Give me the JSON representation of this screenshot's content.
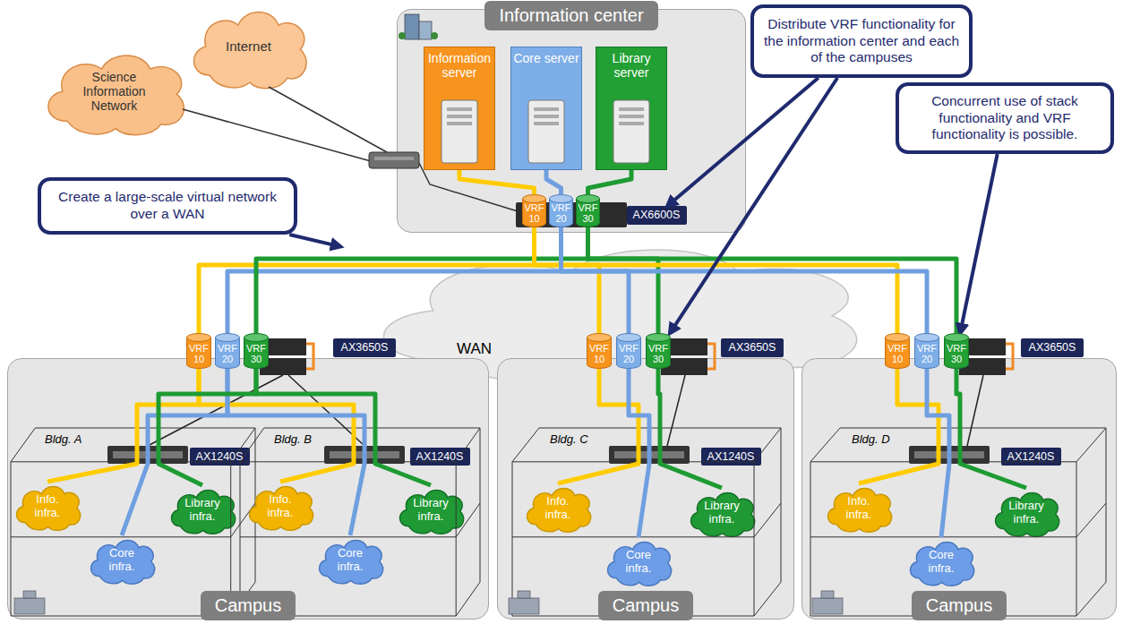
{
  "diagram": {
    "nodes": [
      {
        "text": [
          "Information center"
        ]
      },
      {
        "text": [
          "Information server"
        ],
        "in": 0
      },
      {
        "text": [
          "Core server"
        ],
        "in": 0
      },
      {
        "text": [
          "Library server"
        ],
        "in": 0
      },
      {
        "text": [
          "VRF 10"
        ],
        "in": 0
      },
      {
        "text": [
          "VRF 20"
        ],
        "in": 0
      },
      {
        "text": [
          "VRF 30"
        ],
        "in": 0
      },
      {
        "text": [
          "AX6600S"
        ],
        "in": 0
      },
      {
        "text": [
          "Science Information Network"
        ]
      },
      {
        "text": [
          "Internet"
        ]
      },
      {
        "text": [
          "WAN"
        ]
      },
      {
        "text": [
          "Create a large-scale virtual network over a WAN"
        ]
      },
      {
        "text": [
          "Distribute VRF functionality for the information center and each of the campuses"
        ]
      },
      {
        "text": [
          "Concurrent use of stack functionality and VRF functionality is possible."
        ]
      },
      {
        "text": [
          "VRF 10"
        ]
      },
      {
        "text": [
          "VRF 20"
        ]
      },
      {
        "text": [
          "VRF 30"
        ]
      },
      {
        "text": [
          "AX3650S"
        ]
      },
      {
        "text": [
          "Campus"
        ]
      },
      {
        "text": [
          "Bldg. A"
        ],
        "in": 18
      },
      {
        "text": [
          "AX1240S"
        ],
        "in": 19
      },
      {
        "text": [
          "Info. infra."
        ],
        "in": 19
      },
      {
        "text": [
          "Core infra."
        ],
        "in": 19
      },
      {
        "text": [
          "Library infra."
        ],
        "in": 19
      },
      {
        "text": [
          "Bldg. B"
        ],
        "in": 18
      },
      {
        "text": [
          "AX1240S"
        ],
        "in": 24
      },
      {
        "text": [
          "Info. infra."
        ],
        "in": 24
      },
      {
        "text": [
          "Core infra."
        ],
        "in": 24
      },
      {
        "text": [
          "Library infra."
        ],
        "in": 24
      },
      {
        "text": [
          "VRF 10"
        ]
      },
      {
        "text": [
          "VRF 20"
        ]
      },
      {
        "text": [
          "VRF 30"
        ]
      },
      {
        "text": [
          "AX3650S"
        ]
      },
      {
        "text": [
          "Campus"
        ]
      },
      {
        "text": [
          "Bldg. C"
        ],
        "in": 33
      },
      {
        "text": [
          "AX1240S"
        ],
        "in": 34
      },
      {
        "text": [
          "Info. infra."
        ],
        "in": 34
      },
      {
        "text": [
          "Core infra."
        ],
        "in": 34
      },
      {
        "text": [
          "Library infra."
        ],
        "in": 34
      },
      {
        "text": [
          "VRF 10"
        ]
      },
      {
        "text": [
          "VRF 20"
        ]
      },
      {
        "text": [
          "VRF 30"
        ]
      },
      {
        "text": [
          "AX3650S"
        ]
      },
      {
        "text": [
          "Campus"
        ]
      },
      {
        "text": [
          "Bldg. D"
        ],
        "in": 43
      },
      {
        "text": [
          "AX1240S"
        ],
        "in": 44
      },
      {
        "text": [
          "Info. infra."
        ],
        "in": 44
      },
      {
        "text": [
          "Core infra."
        ],
        "in": 44
      },
      {
        "text": [
          "Library infra."
        ],
        "in": 44
      }
    ],
    "edges": [
      {
        "from": 1,
        "to": 4,
        "arrow": "none"
      },
      {
        "from": 2,
        "to": 5,
        "arrow": "none"
      },
      {
        "from": 3,
        "to": 6,
        "arrow": "none"
      },
      {
        "from": 4,
        "to": 14,
        "arrow": "none"
      },
      {
        "from": 5,
        "to": 15,
        "arrow": "none"
      },
      {
        "from": 6,
        "to": 16,
        "arrow": "none"
      },
      {
        "from": 4,
        "to": 29,
        "arrow": "none"
      },
      {
        "from": 5,
        "to": 30,
        "arrow": "none"
      },
      {
        "from": 6,
        "to": 31,
        "arrow": "none"
      },
      {
        "from": 4,
        "to": 39,
        "arrow": "none"
      },
      {
        "from": 5,
        "to": 40,
        "arrow": "none"
      },
      {
        "from": 6,
        "to": 41,
        "arrow": "none"
      },
      {
        "from": 14,
        "to": 21,
        "arrow": "none"
      },
      {
        "from": 14,
        "to": 26,
        "arrow": "none"
      },
      {
        "from": 15,
        "to": 22,
        "arrow": "none"
      },
      {
        "from": 15,
        "to": 27,
        "arrow": "none"
      },
      {
        "from": 16,
        "to": 23,
        "arrow": "none"
      },
      {
        "from": 16,
        "to": 28,
        "arrow": "none"
      },
      {
        "from": 29,
        "to": 36,
        "arrow": "none"
      },
      {
        "from": 30,
        "to": 37,
        "arrow": "none"
      },
      {
        "from": 31,
        "to": 38,
        "arrow": "none"
      },
      {
        "from": 39,
        "to": 46,
        "arrow": "none"
      },
      {
        "from": 40,
        "to": 47,
        "arrow": "none"
      },
      {
        "from": 41,
        "to": 48,
        "arrow": "none"
      },
      {
        "from": 11,
        "to": 10,
        "arrow": "to"
      },
      {
        "from": 12,
        "to": 7,
        "arrow": "to"
      },
      {
        "from": 12,
        "to": 31,
        "arrow": "to"
      },
      {
        "from": 13,
        "to": 41,
        "arrow": "to"
      }
    ]
  }
}
